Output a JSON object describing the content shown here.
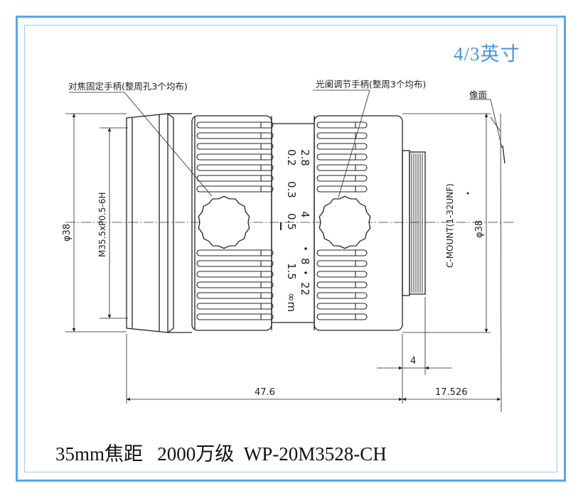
{
  "header": {
    "format_badge": "4/3英寸"
  },
  "callouts": {
    "focus_handle": "对焦固定手柄(整周孔3个均布)",
    "iris_handle": "光阑调节手柄(整周3个均布)",
    "image_plane": "像面"
  },
  "dimensions": {
    "left_diameter": "φ38",
    "filter_thread": "M35.5xP0.5-6H",
    "right_diameter": "φ38",
    "mount": "C-MOUNT(1-32UNF)",
    "overall_length": "47.6",
    "back_focus": "17.526",
    "mount_length": "4"
  },
  "scales": {
    "focus_marks": [
      "0.2",
      "0.3",
      "0.5",
      "1.5",
      "∞m"
    ],
    "aperture_marks": [
      "2.8",
      "4",
      "8",
      "22"
    ]
  },
  "caption": {
    "text": "35mm焦距   2000万级  WP-20M3528-CH"
  },
  "colors": {
    "border": "#5aa8e8",
    "badge": "#4b93d6",
    "ink": "#222222"
  }
}
